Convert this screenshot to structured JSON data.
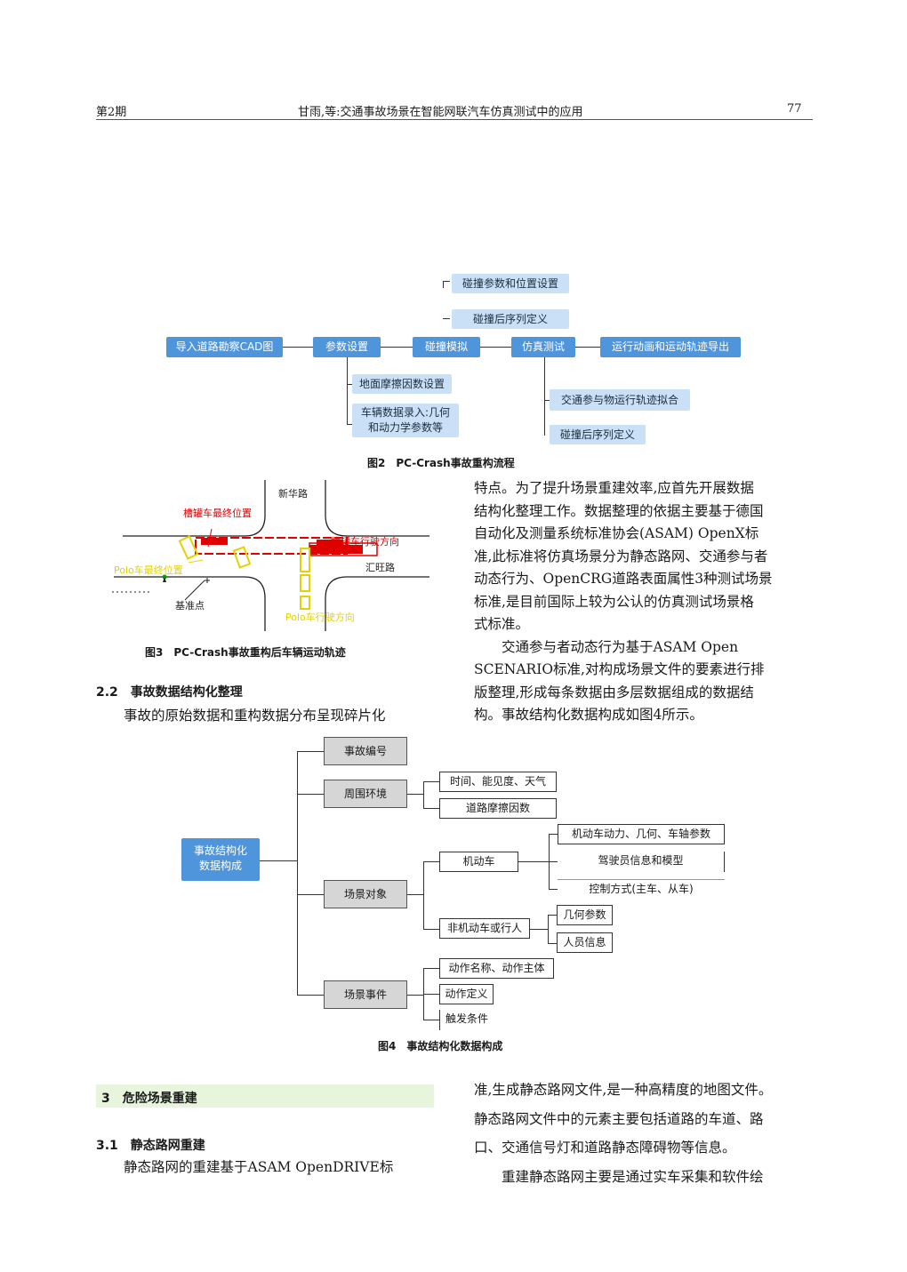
{
  "header": {
    "issue": "第2期",
    "running_title": "甘雨,等:交通事故场景在智能网联汽车仿真测试中的应用",
    "page_number": "77"
  },
  "fig2": {
    "main_steps": [
      "导入道路勘察CAD图",
      "参数设置",
      "碰撞模拟",
      "仿真测试",
      "运行动画和运动轨迹导出"
    ],
    "top_branches": [
      "碰撞参数和位置设置",
      "碰撞后序列定义"
    ],
    "param_branches": [
      "地面摩擦因数设置",
      "车辆数据录入:几何",
      "和动力学参数等"
    ],
    "sim_branches": [
      "交通参与物运行轨迹拟合",
      "碰撞后序列定义"
    ],
    "caption": "图2　PC-Crash事故重构流程"
  },
  "fig3": {
    "labels": {
      "road1": "新华路",
      "tanker_final": "槽罐车最终位置",
      "tanker_dir": "槽罐车行驶方向",
      "polo_final": "Polo车最终位置",
      "road2": "汇旺路",
      "reference": "基准点",
      "polo_dir": "Polo车行驶方向"
    },
    "caption": "图3　PC-Crash事故重构后车辆运动轨迹"
  },
  "right_col": {
    "lines": [
      "特点。为了提升场景重建效率,应首先开展数据",
      "结构化整理工作。数据整理的依据主要基于德国",
      "自动化及测量系统标准协会(ASAM) OpenX标",
      "准,此标准将仿真场景分为静态路网、交通参与者",
      "动态行为、OpenCRG道路表面属性3种测试场景",
      "标准,是目前国际上较为公认的仿真测试场景格",
      "式标准。",
      "　　交通参与者动态行为基于ASAM Open",
      "SCENARIO标准,对构成场景文件的要素进行排",
      "版整理,形成每条数据由多层数据组成的数据结",
      "构。事故结构化数据构成如图4所示。"
    ]
  },
  "section_2_2": {
    "heading": "2.2　事故数据结构化整理",
    "text": "　　事故的原始数据和重构数据分布呈现碎片化"
  },
  "fig4": {
    "root": [
      "事故结构化",
      "数据构成"
    ],
    "level1": [
      "事故编号",
      "周围环境",
      "场景对象",
      "场景事件"
    ],
    "env_children": [
      "时间、能见度、天气",
      "道路摩擦因数"
    ],
    "object_children": [
      "机动车",
      "非机动车或行人"
    ],
    "vehicle_children": [
      "机动车动力、几何、车轴参数",
      "驾驶员信息和模型",
      "控制方式(主车、从车)"
    ],
    "nonmotor_children": [
      "几何参数",
      "人员信息"
    ],
    "event_children": [
      "动作名称、动作主体",
      "动作定义",
      "触发条件"
    ],
    "caption": "图4　事故结构化数据构成"
  },
  "section_3": {
    "heading": "3　危险场景重建",
    "sub_heading": "3.1　静态路网重建",
    "left_text": "　　静态路网的重建基于ASAM OpenDRIVE标",
    "right_lines": [
      "准,生成静态路网文件,是一种高精度的地图文件。",
      "静态路网文件中的元素主要包括道路的车道、路",
      "口、交通信号灯和道路静态障碍物等信息。",
      "　　重建静态路网主要是通过实车采集和软件绘"
    ]
  },
  "colors": {
    "flow_box": "#c9e0f7",
    "flow_main": "#4f95dc",
    "section_band": "#e6f5dc"
  }
}
